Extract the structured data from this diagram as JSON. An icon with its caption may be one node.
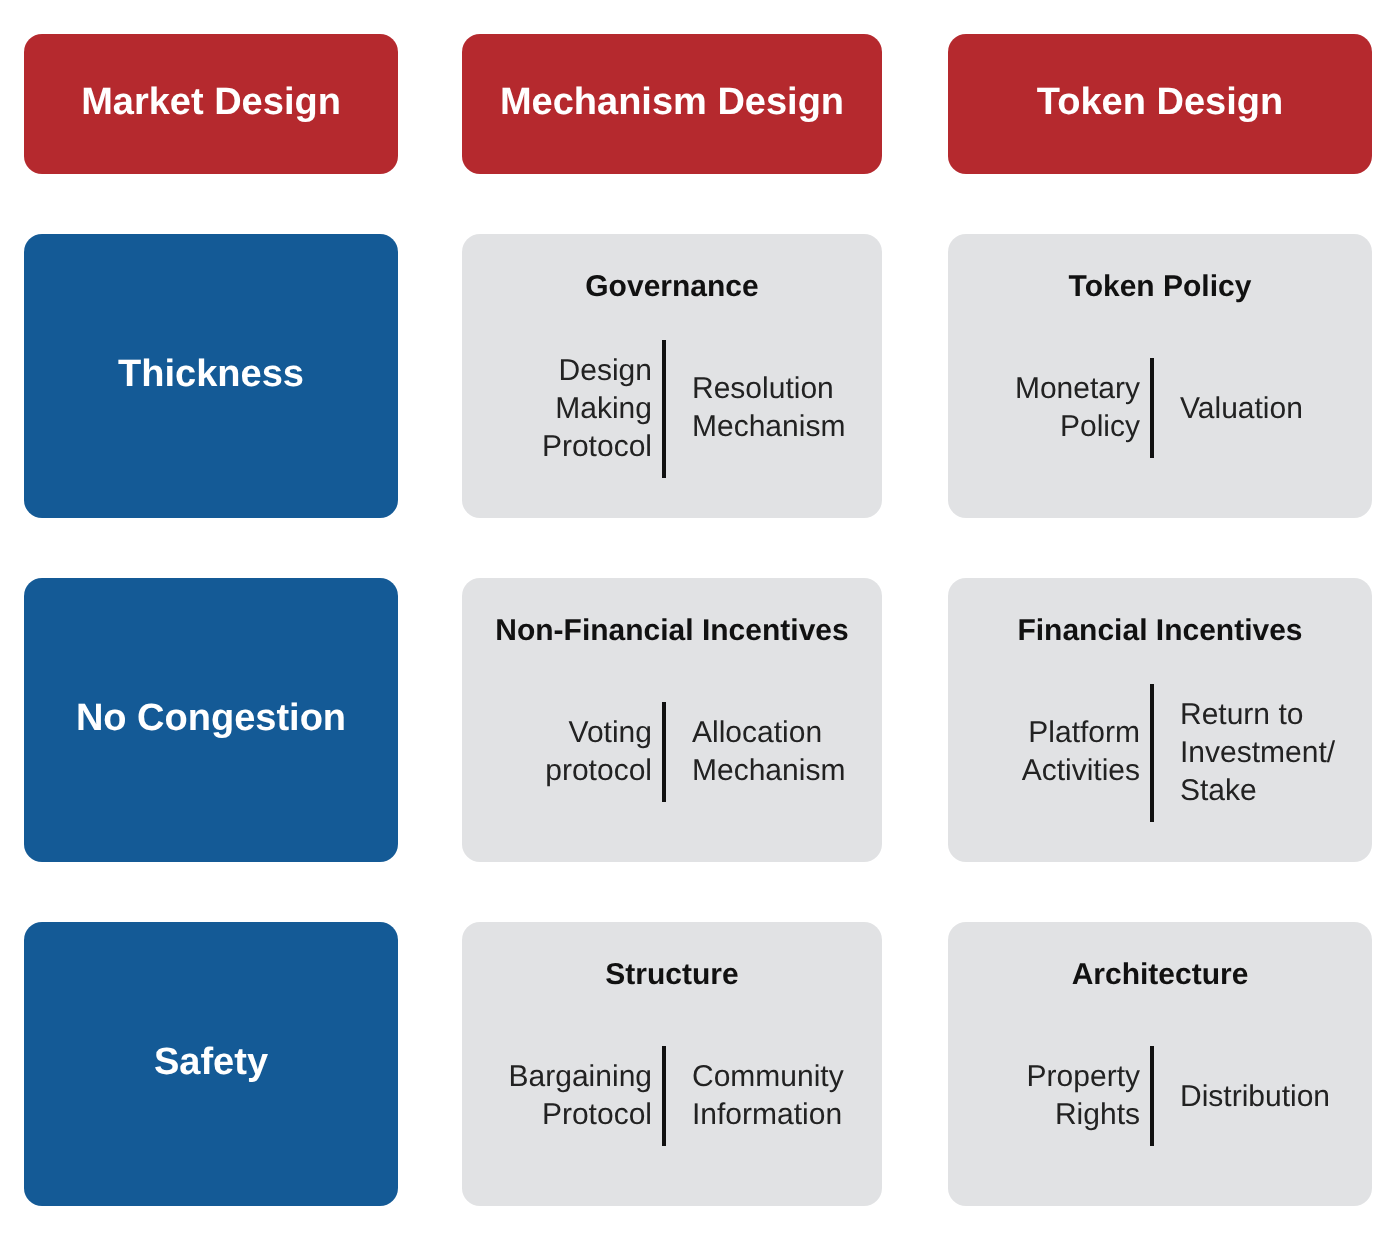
{
  "diagram": {
    "nodes": [
      {
        "text": [
          "Market Design"
        ]
      },
      {
        "text": [
          "Mechanism Design"
        ]
      },
      {
        "text": [
          "Token Design"
        ]
      },
      {
        "text": [
          "Thickness"
        ]
      },
      {
        "text": [
          "Governance",
          "Design Making Protocol",
          "Resolution Mechanism"
        ]
      },
      {
        "text": [
          "Token Policy",
          "Monetary Policy",
          "Valuation"
        ]
      },
      {
        "text": [
          "No Congestion"
        ]
      },
      {
        "text": [
          "Non-Financial Incentives",
          "Voting protocol",
          "Allocation Mechanism"
        ]
      },
      {
        "text": [
          "Financial Incentives",
          "Platform Activities",
          "Return to Investment/ Stake"
        ]
      },
      {
        "text": [
          "Safety"
        ]
      },
      {
        "text": [
          "Structure",
          "Bargaining Protocol",
          "Community Information"
        ]
      },
      {
        "text": [
          "Architecture",
          "Property Rights",
          "Distribution"
        ]
      }
    ]
  }
}
